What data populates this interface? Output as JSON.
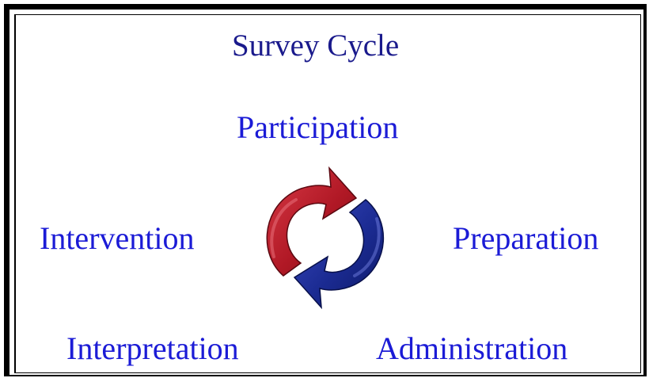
{
  "diagram": {
    "title": "Survey Cycle",
    "stages": {
      "top": "Participation",
      "left": "Intervention",
      "right": "Preparation",
      "bottom_left": "Interpretation",
      "bottom_right": "Administration"
    },
    "colors": {
      "label": "#1b1bd6",
      "title": "#1a1a8c",
      "arrow_red": "#b01825",
      "arrow_blue": "#1b2b92"
    },
    "icon": "circular-arrows-icon"
  }
}
